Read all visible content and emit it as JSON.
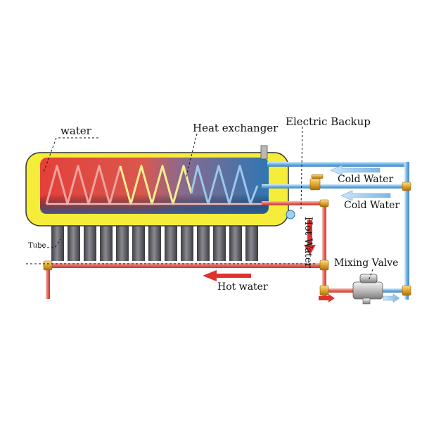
{
  "labels": {
    "water": "water",
    "heat_exchanger": "Heat exchanger",
    "electric_backup": "Electric Backup",
    "cold_water_1": "Cold Water",
    "cold_water_2": "Cold Water",
    "tube": "Tube",
    "hot_water_vertical": "Hot Water",
    "mixing_valve": "Mixing Valve",
    "hot_water_bottom": "Hot water"
  },
  "colors": {
    "tank_outer": "#f6ec3a",
    "tank_hot": "#e8473c",
    "tank_cold": "#2f7fb8",
    "coil_hot": "#f1a49e",
    "coil_mid": "#f6f09a",
    "coil_cold": "#9cc9ea",
    "pipe_red": "#e8564a",
    "pipe_blue": "#5aa3dc",
    "brass_fitting": "#e3a52a",
    "vacuum_tube": "#5f5f66"
  }
}
